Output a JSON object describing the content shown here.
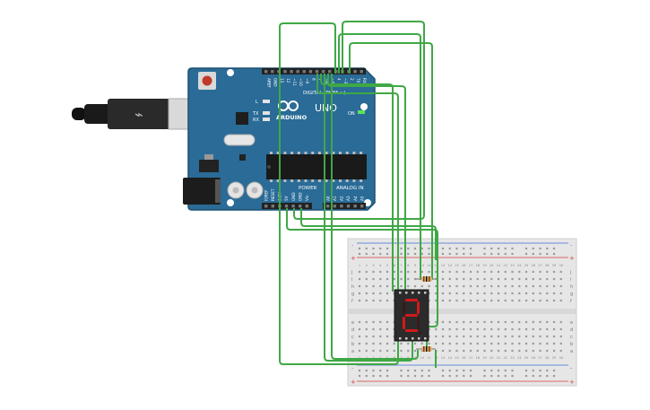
{
  "arduino": {
    "brand": "ARDUINO",
    "model": "UNO",
    "digital_label": "DIGITAL (PWM ~)",
    "power_label": "POWER",
    "analog_label": "ANALOG IN",
    "on_label": "ON",
    "led_labels": [
      "L",
      "TX",
      "RX"
    ],
    "top_pins": [
      "AREF",
      "GND",
      "13",
      "12",
      "~11",
      "~10",
      "~9",
      "8",
      "7",
      "~6",
      "~5",
      "4",
      "~3",
      "2",
      "TX 1",
      "RX 0"
    ],
    "power_pins": [
      "IOREF",
      "RESET",
      "3.3V",
      "5V",
      "GND",
      "GND",
      "Vin"
    ],
    "analog_pins": [
      "A0",
      "A1",
      "A2",
      "A3",
      "A4",
      "A5"
    ]
  },
  "breadboard": {
    "row_letters_top": [
      "j",
      "i",
      "h",
      "g",
      "f"
    ],
    "row_letters_bottom": [
      "e",
      "d",
      "c",
      "b",
      "a"
    ],
    "rail_plus": "+",
    "rail_minus": "-"
  },
  "display": {
    "digit": "2"
  },
  "colors": {
    "board": "#2a6b97",
    "board_edge": "#1d4f70",
    "wire": "#3fa845",
    "segment_on": "#d11a1a",
    "segment_off": "#3b1a1a",
    "rail_red": "#d63a3a",
    "rail_blue": "#3a6ed6",
    "breadboard": "#e6e6e6"
  }
}
